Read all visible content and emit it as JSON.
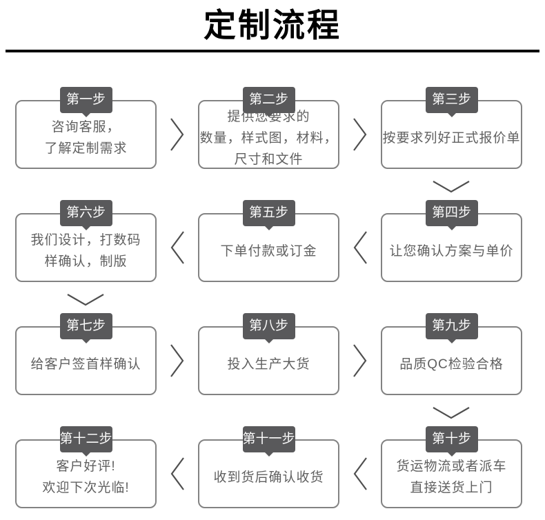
{
  "title": "定制流程",
  "colors": {
    "title_text": "#000000",
    "badge_bg": "#59595b",
    "badge_text": "#fafafa",
    "box_border": "#828282",
    "body_text": "#606060",
    "arrow": "#4f4f4f"
  },
  "icons": {
    "arrow_right": "chevron-right",
    "arrow_left": "chevron-left",
    "arrow_down": "chevron-down"
  },
  "steps": [
    {
      "label": "第一步",
      "lines": [
        "咨询客服，",
        "了解定制需求"
      ]
    },
    {
      "label": "第二步",
      "lines": [
        "提供您要求的",
        "数量，样式图，材料，",
        "尺寸和文件"
      ]
    },
    {
      "label": "第三步",
      "lines": [
        "按要求列好正式报价单"
      ]
    },
    {
      "label": "第四步",
      "lines": [
        "让您确认方案与单价"
      ]
    },
    {
      "label": "第五步",
      "lines": [
        "下单付款或订金"
      ]
    },
    {
      "label": "第六步",
      "lines": [
        "我们设计，打数码",
        "样确认，制版"
      ]
    },
    {
      "label": "第七步",
      "lines": [
        "给客户签首样确认"
      ]
    },
    {
      "label": "第八步",
      "lines": [
        "投入生产大货"
      ]
    },
    {
      "label": "第九步",
      "lines": [
        "品质QC检验合格"
      ]
    },
    {
      "label": "第十步",
      "lines": [
        "货运物流或者派车",
        "直接送货上门"
      ]
    },
    {
      "label": "第十一步",
      "lines": [
        "收到货后确认收货"
      ]
    },
    {
      "label": "第十二步",
      "lines": [
        "客户好评!",
        "欢迎下次光临!"
      ]
    }
  ],
  "flow_order": "1→2→3↓ 4→5→6↓ 7→8→9↓ 10→11→12"
}
